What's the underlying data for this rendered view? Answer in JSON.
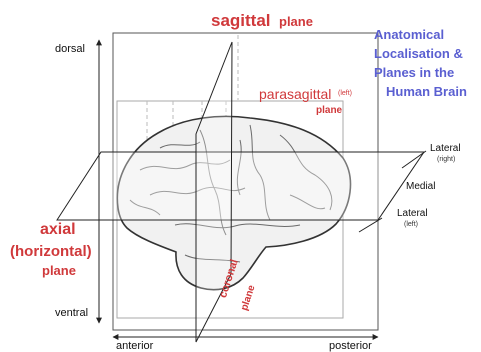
{
  "title": {
    "lines": [
      "Anatomical",
      "Localisation &",
      "Planes in the",
      "Human Brain"
    ]
  },
  "labels": {
    "sagittal": "sagittal",
    "sagittal_plane": "plane",
    "parasagittal": "parasagittal",
    "parasagittal_left": "(left)",
    "parasagittal_plane": "plane",
    "axial": "axial",
    "horizontal": "(horizontal)",
    "axial_plane": "plane",
    "coronal": "coronal",
    "coronal_plane": "plane",
    "dorsal": "dorsal",
    "ventral": "ventral",
    "anterior": "anterior",
    "posterior": "posterior",
    "lateral_right": "Lateral",
    "lateral_right_sub": "(right)",
    "medial": "Medial",
    "lateral_left": "Lateral",
    "lateral_left_sub": "(left)"
  },
  "colors": {
    "accent_red": "#d0393b",
    "title_blue": "#5a5fd1",
    "line": "#222222"
  }
}
